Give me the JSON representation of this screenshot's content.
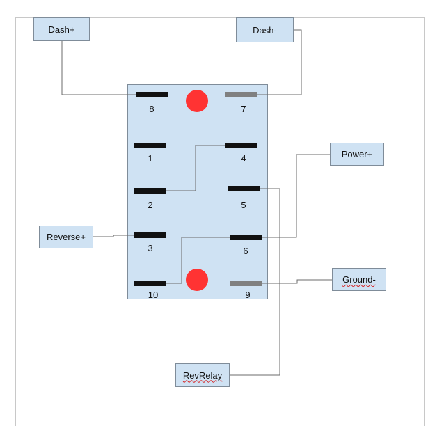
{
  "labels": {
    "dash_plus": "Dash+",
    "dash_minus": "Dash-",
    "power_plus": "Power+",
    "reverse_plus": "Reverse+",
    "ground_minus": "Ground-",
    "rev_relay": "RevRelay"
  },
  "pins": {
    "p8": "8",
    "p7": "7",
    "p1": "1",
    "p4": "4",
    "p2": "2",
    "p5": "5",
    "p3": "3",
    "p6": "6",
    "p10": "10",
    "p9": "9"
  },
  "colors": {
    "box_fill": "#cfe2f3",
    "box_border": "#7f8c99",
    "wire": "#6b6b6b",
    "pin_dark": "#111111",
    "pin_gray": "#808080",
    "led": "#ff3333"
  }
}
